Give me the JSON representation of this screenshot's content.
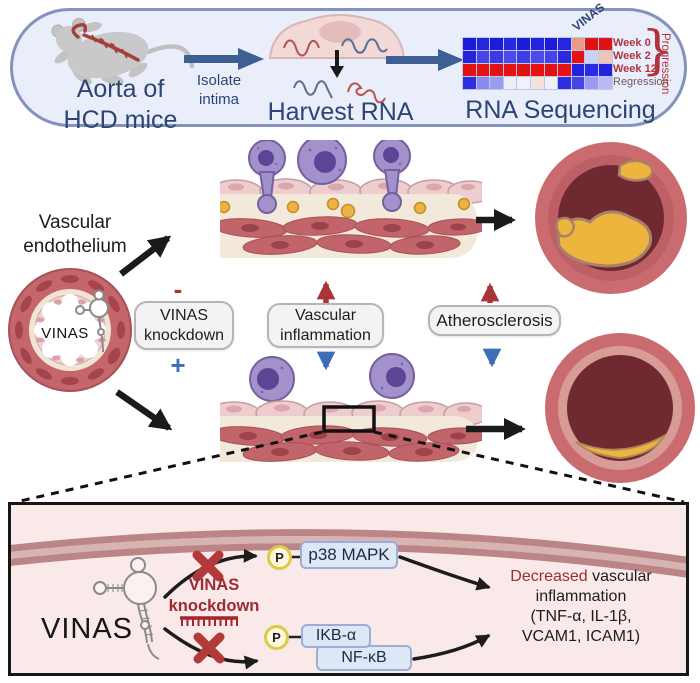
{
  "colors": {
    "banner_bg": "#e9eefa",
    "banner_border": "#8592bd",
    "navy_text": "#2c4576",
    "steel_arrow": "#3e5f93",
    "dark_red_text": "#9e2b33",
    "heatmap_label_red": "#b03540",
    "red_arrow": "#a83636",
    "blue_arrow": "#3f6cb8",
    "panel_pink": "#f9e9e8",
    "membrane_mauve": "#bb8588",
    "gray_box_bg": "#f3f3f3",
    "blue_box_bg": "#dde7f6",
    "p_circle_bg": "#fcf7dd",
    "p_circle_border": "#ddca45",
    "plaque_yellow": "#eeb53e",
    "vessel_red": "#c4666c",
    "immune_purple": "#a391cb"
  },
  "top_banner": {
    "aorta_line1": "Aorta of",
    "aorta_line2": "HCD mice",
    "isolate_line1": "Isolate",
    "isolate_line2": "intima",
    "harvest_label": "Harvest RNA",
    "rnaseq_label": "RNA Sequencing",
    "heatmap": {
      "gene_label": "VINAS",
      "row_labels": [
        "Week 0",
        "Week 2",
        "Week 12",
        "Regression"
      ],
      "brace_glyph": "}",
      "progression_label": "Progression",
      "cells": [
        [
          "#1c1cd8",
          "#2525e2",
          "#1c1cd8",
          "#2727e4",
          "#1c1cd8",
          "#2323e0",
          "#1c1cd8",
          "#2525e2",
          "#e99a88",
          "#e01313",
          "#e01313"
        ],
        [
          "#2424dc",
          "#4646e8",
          "#3a3ae4",
          "#4b4bea",
          "#3e3ee6",
          "#4b4bea",
          "#4444e8",
          "#2a2ae0",
          "#e81212",
          "#ccd2f6",
          "#edc6ba"
        ],
        [
          "#e01212",
          "#e91212",
          "#e01212",
          "#e91212",
          "#e01212",
          "#e91212",
          "#e01212",
          "#e91212",
          "#2323dd",
          "#2b2be2",
          "#2323dd"
        ],
        [
          "#2e2ee2",
          "#8a8af0",
          "#9b9bf2",
          "#ededfb",
          "#f1f1fc",
          "#f6e2da",
          "#f0f0fc",
          "#2f2fe2",
          "#4545e6",
          "#9b9bf2",
          "#b9b9f6"
        ]
      ]
    }
  },
  "middle": {
    "endothelium_line1": "Vascular",
    "endothelium_line2": "endothelium",
    "lumen_label": "VINAS",
    "minus_sign": "-",
    "plus_sign": "+",
    "knockdown_line1": "VINAS",
    "knockdown_line2": "knockdown",
    "inflammation_line1": "Vascular",
    "inflammation_line2": "inflammation",
    "atherosclerosis_label": "Atherosclerosis"
  },
  "bottom": {
    "vinas_label": "VINAS",
    "knockdown_line1": "VINAS",
    "knockdown_line2": "knockdown",
    "phospho_label": "P",
    "p38_label": "p38 MAPK",
    "ikb_label": "IKB-α",
    "nfkb_label": "NF-κB",
    "decreased_word": "Decreased",
    "outcome_line1_rest": " vascular",
    "outcome_line2": "inflammation",
    "outcome_line3": "(TNF-α, IL-1β,",
    "outcome_line4": "VCAM1, ICAM1)"
  }
}
